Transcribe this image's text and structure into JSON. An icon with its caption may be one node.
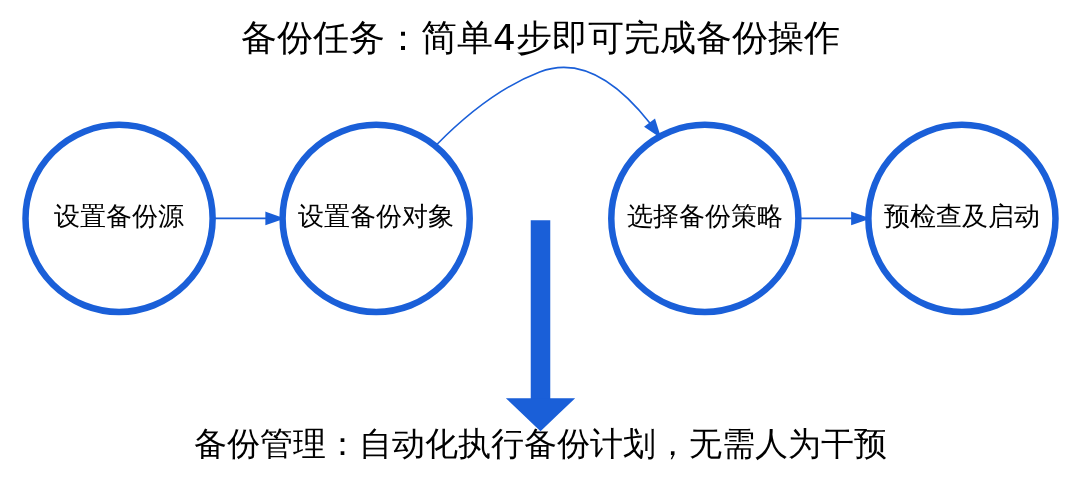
{
  "diagram": {
    "title": "备份任务：简单4步即可完成备份操作",
    "nodes": [
      {
        "text": [
          "设置备份源"
        ]
      },
      {
        "text": [
          "设置备份对象"
        ]
      },
      {
        "text": [
          "选择备份策略"
        ]
      },
      {
        "text": [
          "预检查及启动"
        ]
      },
      {
        "text": [
          "备份管理：自动化执行备份计划，无需人为干预"
        ]
      }
    ],
    "edges": [
      {
        "from": 0,
        "to": 1,
        "arrow": "to"
      },
      {
        "from": 1,
        "to": 2,
        "arrow": "to"
      },
      {
        "from": 2,
        "to": 3,
        "arrow": "to"
      },
      {
        "from": null,
        "to": 4,
        "arrow": "to",
        "style": "thick"
      }
    ]
  }
}
